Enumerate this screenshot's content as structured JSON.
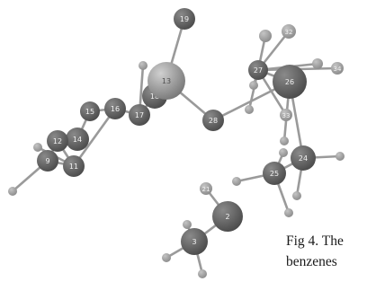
{
  "caption": {
    "line1": "Fig 4. The",
    "line2": "benzenes"
  },
  "molecule": {
    "colors": {
      "heavy": "#4a4a4a",
      "large": "#777777",
      "hydrogen": "#8a8a8a",
      "bond": "#9a9a9a",
      "label": "#f2f2f2"
    },
    "atoms": [
      {
        "id": "a19",
        "label": "19",
        "kind": "heavy"
      },
      {
        "id": "a13",
        "label": "13",
        "kind": "large"
      },
      {
        "id": "a18",
        "label": "18",
        "kind": "heavy"
      },
      {
        "id": "a17",
        "label": "17",
        "kind": "heavy"
      },
      {
        "id": "a16",
        "label": "16",
        "kind": "heavy"
      },
      {
        "id": "a15",
        "label": "15",
        "kind": "heavy"
      },
      {
        "id": "a14",
        "label": "14",
        "kind": "heavy"
      },
      {
        "id": "a12",
        "label": "12",
        "kind": "heavy"
      },
      {
        "id": "a9",
        "label": "9",
        "kind": "heavy"
      },
      {
        "id": "a11",
        "label": "11",
        "kind": "heavy"
      },
      {
        "id": "a27",
        "label": "27",
        "kind": "heavy"
      },
      {
        "id": "a26",
        "label": "26",
        "kind": "heavy"
      },
      {
        "id": "a28",
        "label": "28",
        "kind": "heavy"
      },
      {
        "id": "a24",
        "label": "24",
        "kind": "heavy"
      },
      {
        "id": "a25",
        "label": "25",
        "kind": "heavy"
      },
      {
        "id": "a2",
        "label": "2",
        "kind": "heavy"
      },
      {
        "id": "a3",
        "label": "3",
        "kind": "heavy"
      },
      {
        "id": "h32",
        "label": "32",
        "kind": "hydrogen"
      },
      {
        "id": "h34",
        "label": "34",
        "kind": "hydrogen"
      },
      {
        "id": "h33",
        "label": "33",
        "kind": "hydrogen"
      },
      {
        "id": "h21",
        "label": "21",
        "kind": "hydrogen"
      },
      {
        "id": "h22",
        "label": "",
        "kind": "hydrogen"
      },
      {
        "id": "h1",
        "label": "",
        "kind": "hydrogen"
      },
      {
        "id": "h4",
        "label": "",
        "kind": "hydrogen"
      },
      {
        "id": "h5",
        "label": "",
        "kind": "hydrogen"
      },
      {
        "id": "h6",
        "label": "",
        "kind": "hydrogen"
      },
      {
        "id": "h7",
        "label": "",
        "kind": "hydrogen"
      },
      {
        "id": "h8",
        "label": "",
        "kind": "hydrogen"
      },
      {
        "id": "h10",
        "label": "",
        "kind": "hydrogen"
      },
      {
        "id": "h20",
        "label": "",
        "kind": "hydrogen"
      },
      {
        "id": "h23",
        "label": "",
        "kind": "hydrogen"
      },
      {
        "id": "h29",
        "label": "",
        "kind": "hydrogen"
      },
      {
        "id": "h30",
        "label": "",
        "kind": "hydrogen"
      },
      {
        "id": "h31",
        "label": "",
        "kind": "hydrogen"
      },
      {
        "id": "h35",
        "label": "",
        "kind": "hydrogen"
      },
      {
        "id": "h36",
        "label": "",
        "kind": "hydrogen"
      },
      {
        "id": "h37",
        "label": "",
        "kind": "hydrogen"
      },
      {
        "id": "h38",
        "label": "",
        "kind": "hydrogen"
      },
      {
        "id": "h39",
        "label": "",
        "kind": "hydrogen"
      }
    ],
    "bonds": [
      [
        "a19",
        "a13"
      ],
      [
        "a13",
        "a18"
      ],
      [
        "a13",
        "a17"
      ],
      [
        "a13",
        "a28"
      ],
      [
        "a17",
        "a16"
      ],
      [
        "a16",
        "a15"
      ],
      [
        "a15",
        "a14"
      ],
      [
        "a14",
        "a12"
      ],
      [
        "a12",
        "a9"
      ],
      [
        "a12",
        "a11"
      ],
      [
        "a16",
        "a11"
      ],
      [
        "a28",
        "a26"
      ],
      [
        "a26",
        "a27"
      ],
      [
        "a26",
        "a24"
      ],
      [
        "a24",
        "a25"
      ],
      [
        "a2",
        "a3"
      ],
      [
        "a2",
        "h21"
      ],
      [
        "a3",
        "h1"
      ],
      [
        "a3",
        "h4"
      ],
      [
        "a3",
        "h5"
      ],
      [
        "a27",
        "h32"
      ],
      [
        "a27",
        "h22"
      ],
      [
        "a27",
        "h29"
      ],
      [
        "a27",
        "h30"
      ],
      [
        "a27",
        "h31"
      ],
      [
        "a27",
        "h34"
      ],
      [
        "a27",
        "h33"
      ],
      [
        "a26",
        "h35"
      ],
      [
        "a24",
        "h36"
      ],
      [
        "a24",
        "h37"
      ],
      [
        "a25",
        "h38"
      ],
      [
        "a25",
        "h39"
      ],
      [
        "a9",
        "h6"
      ],
      [
        "a9",
        "h7"
      ],
      [
        "a11",
        "h8"
      ],
      [
        "a14",
        "h10"
      ],
      [
        "a17",
        "h20"
      ],
      [
        "a25",
        "h23"
      ]
    ]
  }
}
